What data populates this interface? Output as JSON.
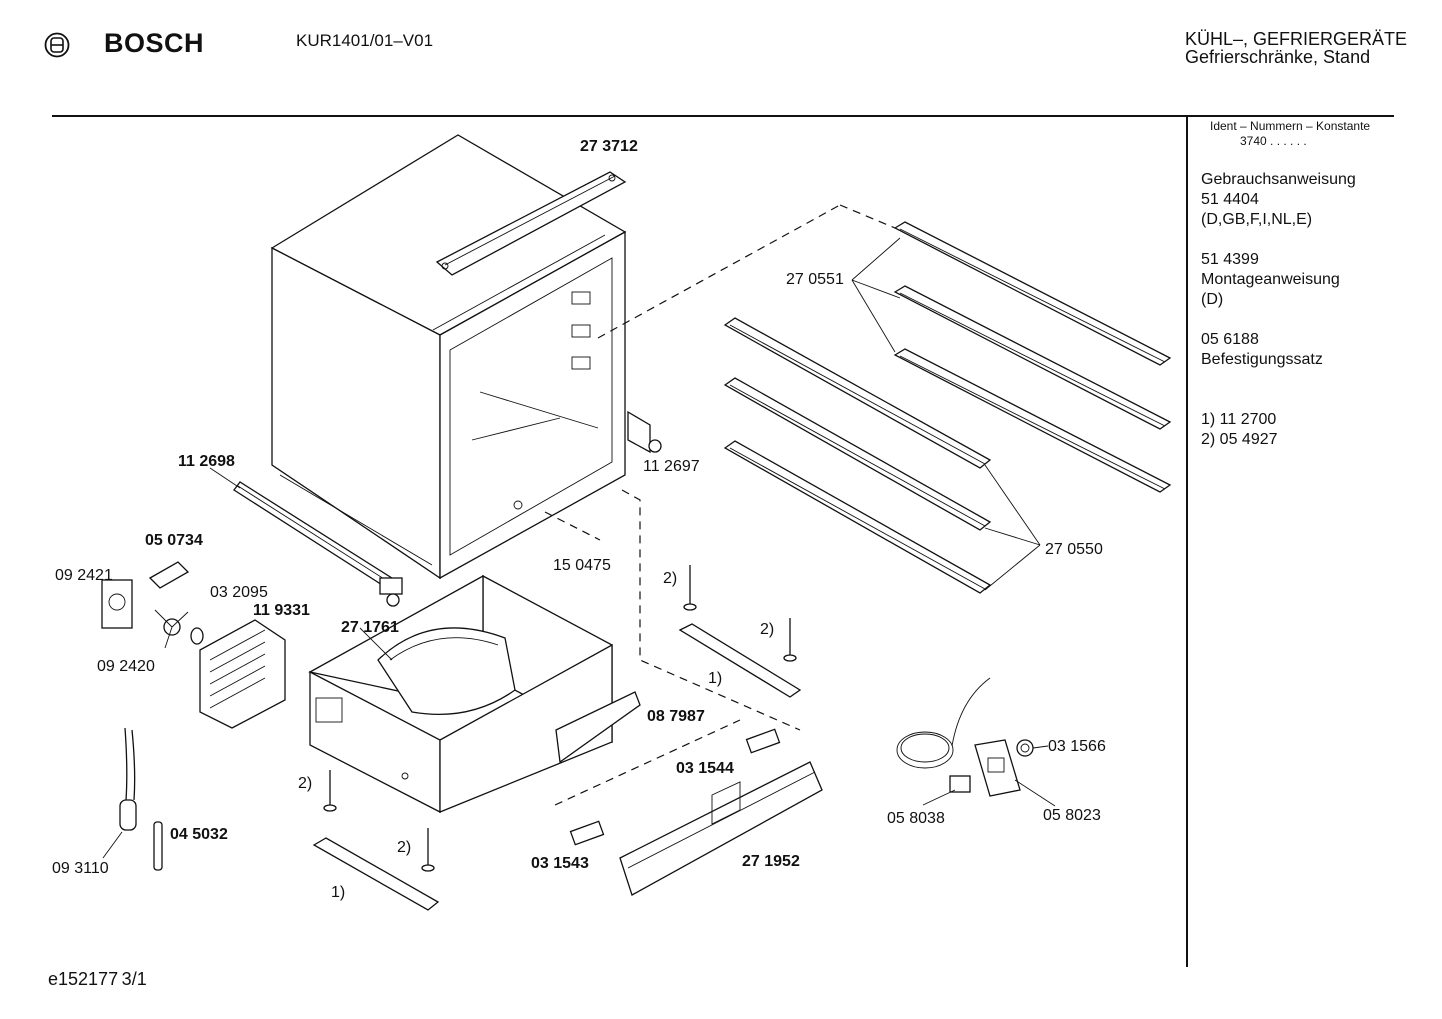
{
  "header": {
    "brand": "BOSCH",
    "model": "KUR1401/01–V01",
    "category_line1": "KÜHL–, GEFRIERGERÄTE",
    "category_line2": "Gefrierschränke, Stand"
  },
  "sidebar": {
    "ident_label": "Ident – Nummern – Konstante",
    "ident_value": "3740  .   .   .  .  .  .",
    "lines": [
      "Gebrauchsanweisung",
      "51 4404",
      "(D,GB,F,I,NL,E)",
      "51 4399",
      "Montageanweisung",
      "(D)",
      "05 6188",
      "Befestigungssatz",
      "1)  11 2700",
      "2)  05 4927"
    ]
  },
  "parts": {
    "p273712": "27 3712",
    "p270551": "27 0551",
    "p270550": "27 0550",
    "p112698": "11 2698",
    "p112697": "11 2697",
    "p050734": "05 0734",
    "p092421": "09 2421",
    "p032095": "03 2095",
    "p119331": "11 9331",
    "p092420": "09 2420",
    "p271761": "27 1761",
    "p150475": "15 0475",
    "p087987": "08 7987",
    "p031544": "03 1544",
    "p031566": "03 1566",
    "p058023": "05 8023",
    "p058038": "05 8038",
    "p093110": "09 3110",
    "p045032": "04 5032",
    "p031543": "03 1543",
    "p271952": "27 1952",
    "note1": "1)",
    "note2": "2)"
  },
  "footer": {
    "code": "e152177 3/1"
  }
}
